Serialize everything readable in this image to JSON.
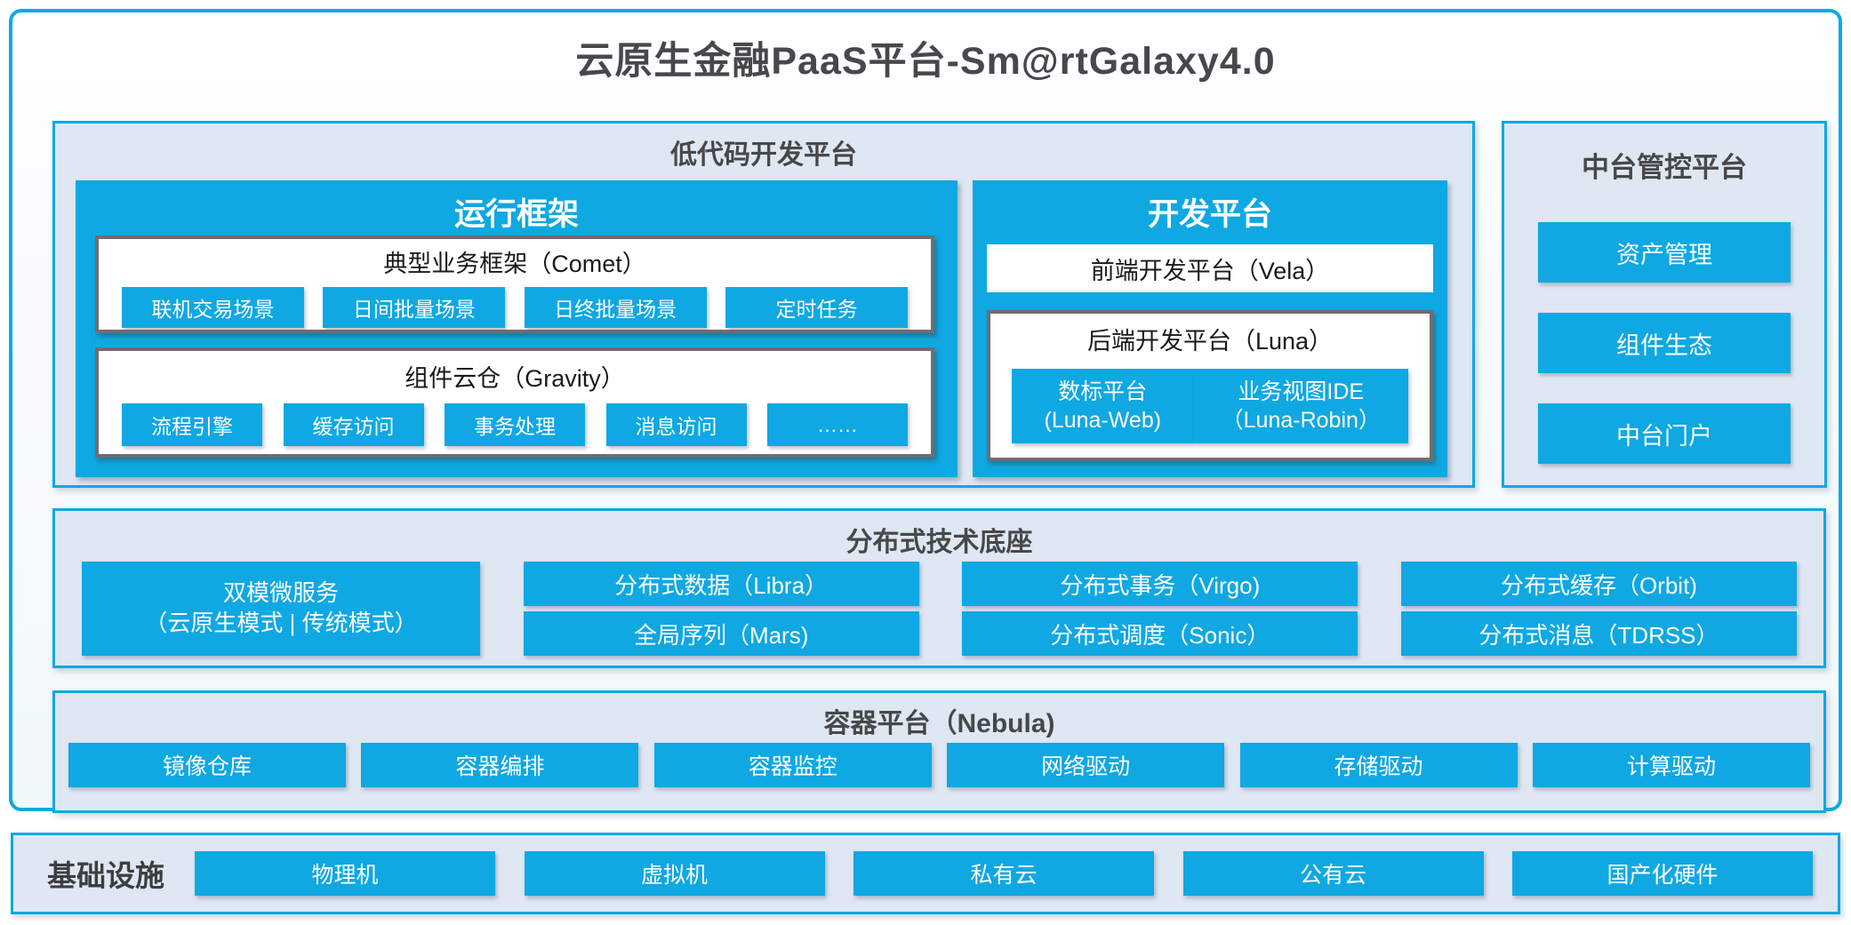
{
  "title": "云原生金融PaaS平台-Sm@rtGalaxy4.0",
  "colors": {
    "accent": "#0fa8e2",
    "panel_bg": "#dee7f2",
    "gray_border": "#6d6e71",
    "dark_text": "#47484a"
  },
  "lowcode": {
    "title": "低代码开发平台",
    "runtime": {
      "title": "运行框架",
      "comet": {
        "title": "典型业务框架（Comet）",
        "items": [
          "联机交易场景",
          "日间批量场景",
          "日终批量场景",
          "定时任务"
        ]
      },
      "gravity": {
        "title": "组件云仓（Gravity）",
        "items": [
          "流程引擎",
          "缓存访问",
          "事务处理",
          "消息访问",
          "……"
        ]
      }
    },
    "dev": {
      "title": "开发平台",
      "vela": "前端开发平台（Vela）",
      "luna": {
        "title": "后端开发平台（Luna）",
        "web": {
          "line1": "数标平台",
          "line2": "(Luna-Web)"
        },
        "robin": {
          "line1": "业务视图IDE",
          "line2": "（Luna-Robin）"
        }
      }
    }
  },
  "midoffice": {
    "title": "中台管控平台",
    "items": [
      "资产管理",
      "组件生态",
      "中台门户"
    ]
  },
  "distributed": {
    "title": "分布式技术底座",
    "dual_mode": {
      "line1": "双模微服务",
      "line2": "（云原生模式 | 传统模式）"
    },
    "columns": [
      [
        "分布式数据（Libra）",
        "全局序列（Mars)"
      ],
      [
        "分布式事务（Virgo)",
        "分布式调度（Sonic）"
      ],
      [
        "分布式缓存（Orbit)",
        "分布式消息（TDRSS）"
      ]
    ]
  },
  "container": {
    "title": "容器平台（Nebula)",
    "items": [
      "镜像仓库",
      "容器编排",
      "容器监控",
      "网络驱动",
      "存储驱动",
      "计算驱动"
    ]
  },
  "infra": {
    "title": "基础设施",
    "items": [
      "物理机",
      "虚拟机",
      "私有云",
      "公有云",
      "国产化硬件"
    ]
  }
}
